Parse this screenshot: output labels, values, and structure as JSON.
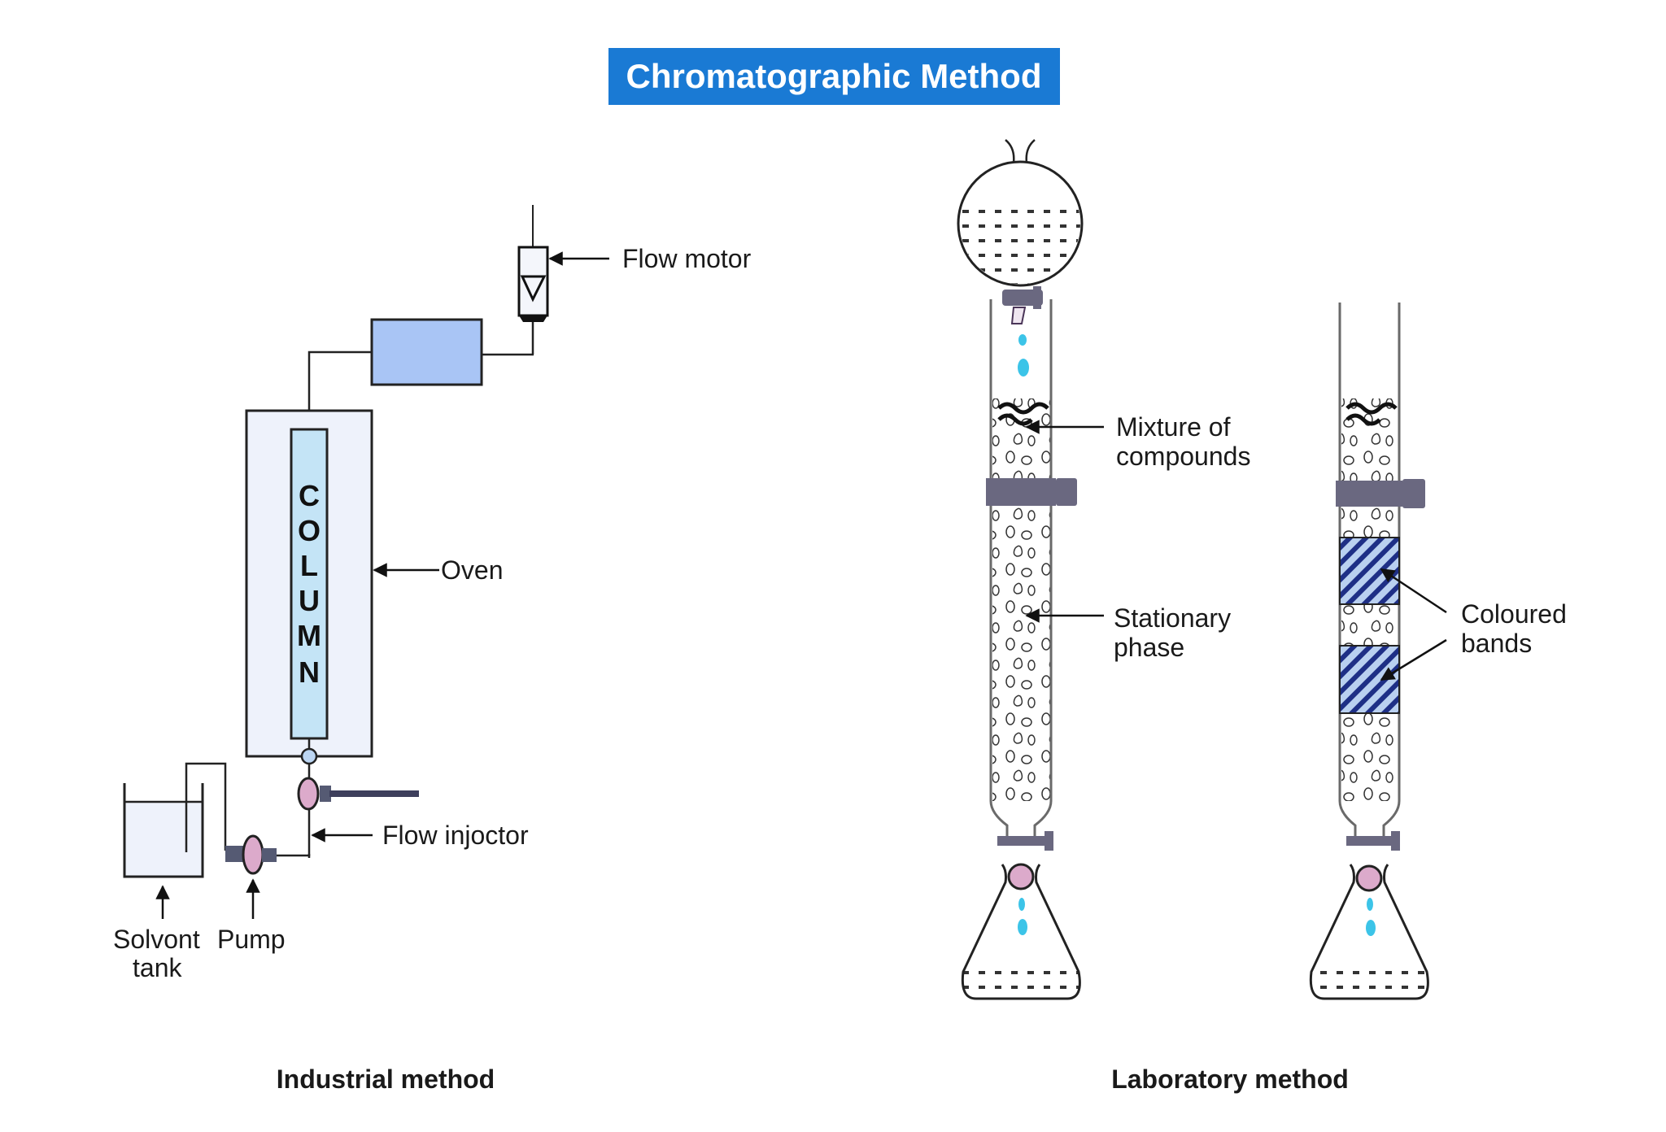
{
  "title": "Chromatographic Method",
  "colors": {
    "title_bg": "#1a7ad4",
    "title_text": "#ffffff",
    "oven_fill": "#eef2fb",
    "column_fill": "#c4e4f6",
    "detector_fill": "#a9c5f5",
    "pump_fill": "#dcaacb",
    "clamp": "#6a6880",
    "drop": "#3cc4e8",
    "band_fill": "#b9d0f0",
    "band_stripe": "#1e2f86"
  },
  "industrial": {
    "caption": "Industrial method",
    "column_letters": [
      "C",
      "O",
      "L",
      "U",
      "M",
      "N"
    ],
    "labels": {
      "flow_meter": "Flow motor",
      "oven": "Oven",
      "flow_injector": "Flow injoctor",
      "solvent_tank_line1": "Solvont",
      "solvent_tank_line2": "tank",
      "pump": "Pump"
    }
  },
  "laboratory": {
    "caption": "Laboratory method",
    "labels": {
      "mixture_line1": "Mixture of",
      "mixture_line2": "compounds",
      "stationary_line1": "Stationary",
      "stationary_line2": "phase",
      "bands_line1": "Coloured",
      "bands_line2": "bands"
    }
  }
}
